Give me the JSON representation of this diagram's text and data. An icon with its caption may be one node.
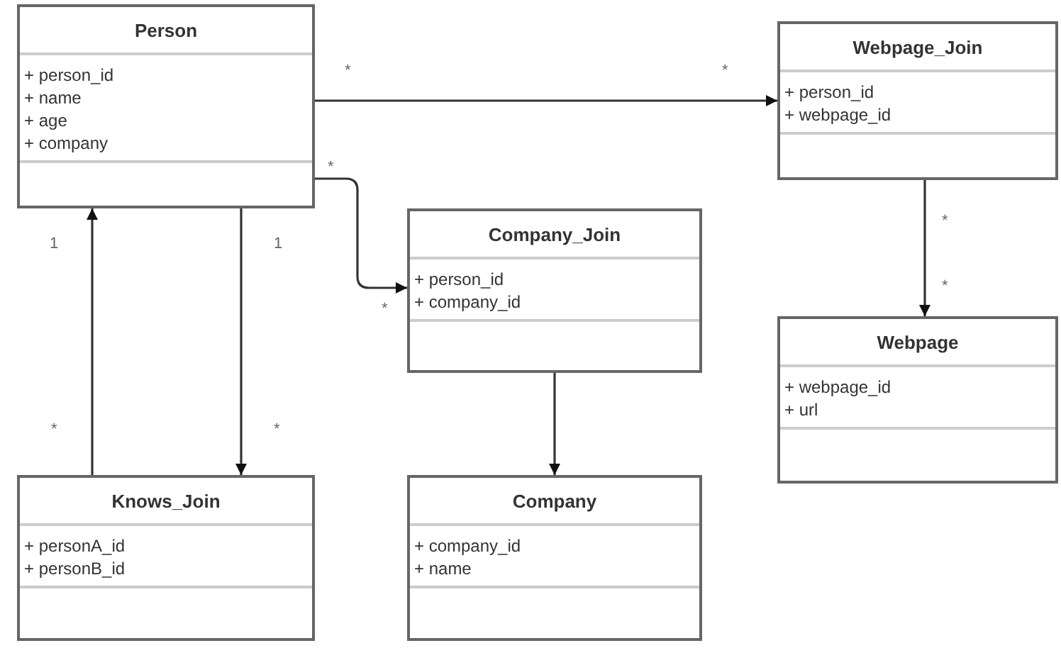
{
  "diagram": {
    "nodes": [
      {
        "text": [
          "Person",
          "+ person_id",
          "+ name",
          "+ age",
          "+ company"
        ]
      },
      {
        "text": [
          "Webpage_Join",
          "+ person_id",
          "+ webpage_id"
        ]
      },
      {
        "text": [
          "Company_Join",
          "+ person_id",
          "+ company_id"
        ]
      },
      {
        "text": [
          "Webpage",
          "+ webpage_id",
          "+ url"
        ]
      },
      {
        "text": [
          "Knows_Join",
          "+ personA_id",
          "+ personB_id"
        ]
      },
      {
        "text": [
          "Company",
          "+ company_id",
          "+ name"
        ]
      }
    ],
    "edges": [
      {
        "from": 0,
        "to": 1,
        "arrow": "to"
      },
      {
        "from": 0,
        "to": 2,
        "arrow": "to"
      },
      {
        "from": 4,
        "to": 0,
        "arrow": "to"
      },
      {
        "from": 0,
        "to": 4,
        "arrow": "to"
      },
      {
        "from": 2,
        "to": 5,
        "arrow": "to"
      },
      {
        "from": 1,
        "to": 3,
        "arrow": "to"
      }
    ],
    "labels": [
      "*",
      "*",
      "*",
      "1",
      "1",
      "*",
      "*",
      "*",
      "*",
      "*"
    ]
  }
}
